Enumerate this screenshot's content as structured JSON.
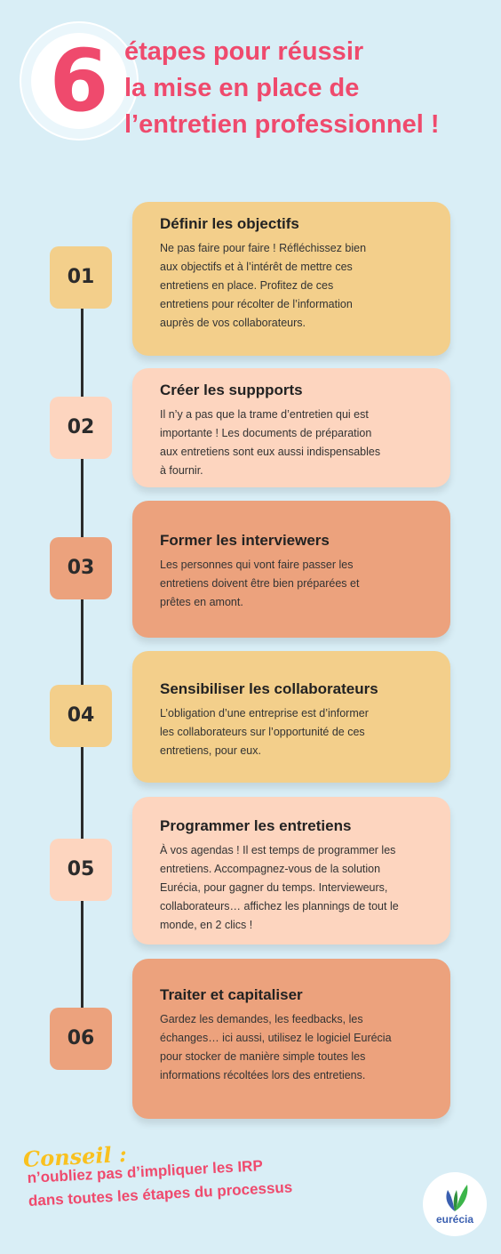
{
  "header": {
    "number": "6",
    "title_lines": [
      "étapes pour réussir",
      "la mise en place de",
      "l’entretien professionnel !"
    ]
  },
  "steps": [
    {
      "number": "01",
      "title": "Définir les objectifs",
      "lines": [
        "Ne pas faire pour faire ! Réfléchissez bien",
        "aux objectifs et à l’intérêt de mettre ces",
        "entretiens en place. Profitez de ces",
        "entretiens pour récolter de l’information",
        "auprès de vos collaborateurs."
      ]
    },
    {
      "number": "02",
      "title": "Créer les suppports",
      "lines": [
        "Il n’y a pas que la trame d’entretien qui est",
        "importante ! Les documents de préparation",
        "aux entretiens sont eux aussi indispensables",
        "à fournir."
      ]
    },
    {
      "number": "03",
      "title": "Former les interviewers",
      "lines": [
        "Les personnes qui vont faire passer les",
        "entretiens doivent être bien préparées et",
        "prêtes en amont."
      ]
    },
    {
      "number": "04",
      "title": "Sensibiliser les collaborateurs",
      "lines": [
        "L’obligation d’une entreprise est d’informer",
        "les collaborateurs sur l’opportunité de ces",
        "entretiens, pour eux."
      ]
    },
    {
      "number": "05",
      "title": "Programmer les entretiens",
      "lines": [
        "À vos agendas ! Il est temps de programmer les",
        "entretiens. Accompagnez-vous de la solution",
        "Eurécia, pour gagner du temps. Intervieweurs,",
        "collaborateurs… affichez les plannings de tout le",
        "monde, en 2 clics !"
      ]
    },
    {
      "number": "06",
      "title": "Traiter et capitaliser",
      "lines": [
        "Gardez les demandes, les feedbacks, les",
        "échanges… ici aussi, utilisez le logiciel Eurécia",
        "pour stocker de manière simple toutes les",
        "informations récoltées lors des entretiens."
      ]
    }
  ],
  "footer": {
    "conseil_label": "Conseil :",
    "conseil_lines": [
      "n’oubliez pas d’impliquer les IRP",
      "dans toutes les étapes du processus"
    ],
    "logo_text": "eurécia"
  },
  "colors": {
    "accent_pink": "#ef4a6d",
    "background": "#d9eef6",
    "card_yellow": "#f3cf8b",
    "card_peach": "#fdd5bf",
    "card_orange": "#eca27d",
    "conseil_yellow": "#f9c11f",
    "logo_blue": "#3a5fb0",
    "logo_green": "#3cb54a"
  }
}
